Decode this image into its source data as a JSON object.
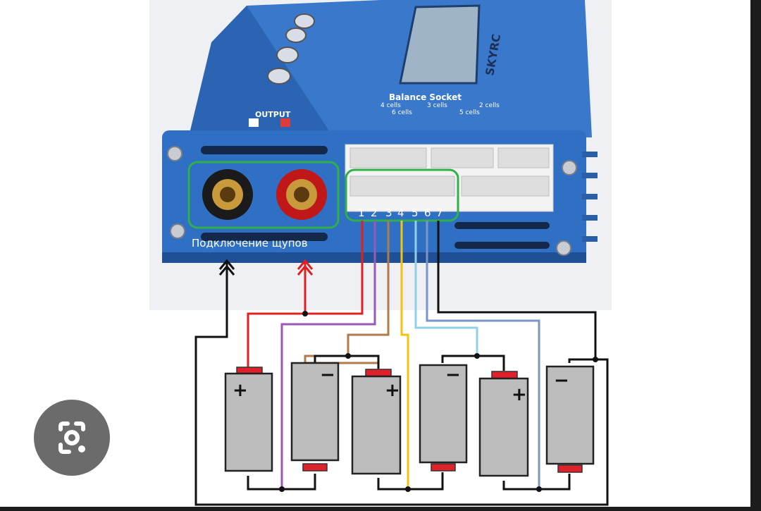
{
  "device": {
    "output_label": "OUTPUT",
    "balance_title": "Balance Socket",
    "cell_labels": [
      "4 cells",
      "3 cells",
      "2 cells",
      "6 cells",
      "5 cells"
    ],
    "brand": "SKYRC",
    "pin_numbers": [
      "1",
      "2",
      "3",
      "4",
      "5",
      "6",
      "7"
    ],
    "probe_caption": "Подключение щупов"
  },
  "batteries": {
    "polarity_top": [
      "+",
      "−",
      "+",
      "−",
      "+",
      "−"
    ]
  },
  "colors": {
    "device_blue": "#2f6fc4",
    "highlight_green": "#2fb04a",
    "wire_black": "#111111",
    "wire_red": "#e02020",
    "wire_purple": "#9b59b6",
    "wire_brown": "#b07a4a",
    "wire_yellow": "#f2c40f",
    "wire_lightblue": "#8fd0e8",
    "wire_steelblue": "#7a95c8",
    "battery_fill": "#bdbdbd",
    "terminal_red": "#e0202a"
  },
  "icons": {
    "lens": "google-lens-icon"
  }
}
